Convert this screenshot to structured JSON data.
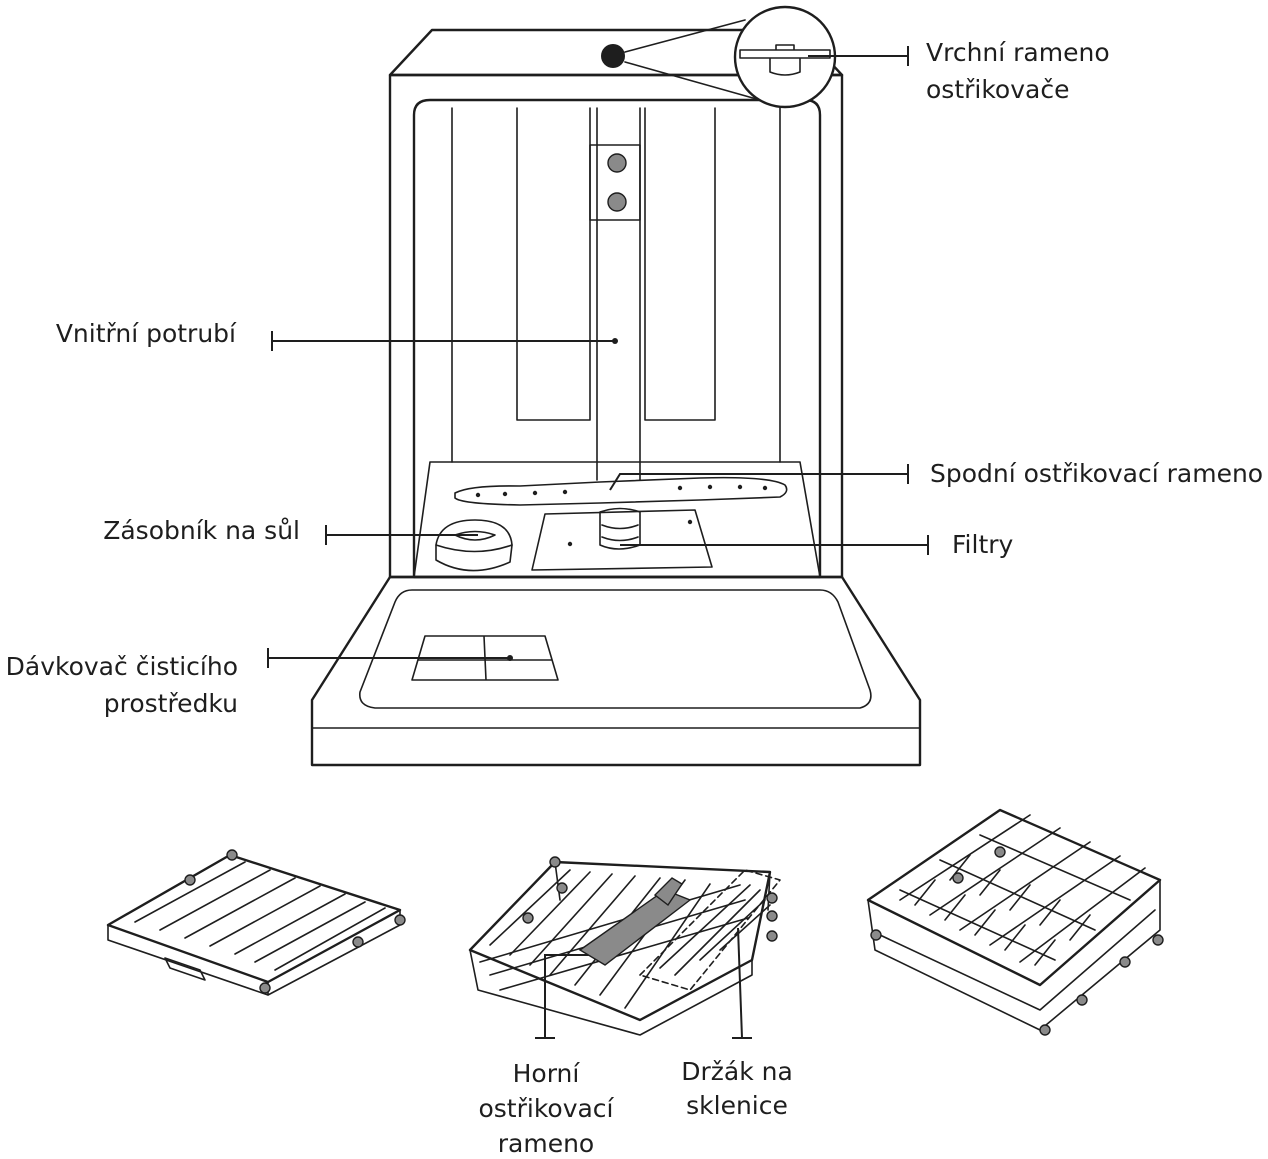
{
  "labels": {
    "upper_spray_arm_line1": "Vrchní rameno",
    "upper_spray_arm_line2": "ostřikovače",
    "inner_pipe": "Vnitřní potrubí",
    "lower_spray_arm": "Spodní ostřikovací rameno",
    "salt_container": "Zásobník na sůl",
    "filters": "Filtry",
    "detergent_dispenser_line1": "Dávkovač čisticího",
    "detergent_dispenser_line2": "prostředku",
    "middle_spray_arm_line1": "Horní",
    "middle_spray_arm_line2": "ostřikovací",
    "middle_spray_arm_line3": "rameno",
    "glass_holder_line1": "Držák na",
    "glass_holder_line2": "sklenice"
  },
  "colors": {
    "ink": "#1e1e1e",
    "background": "#ffffff",
    "accent_grey": "#8a8a8a"
  }
}
